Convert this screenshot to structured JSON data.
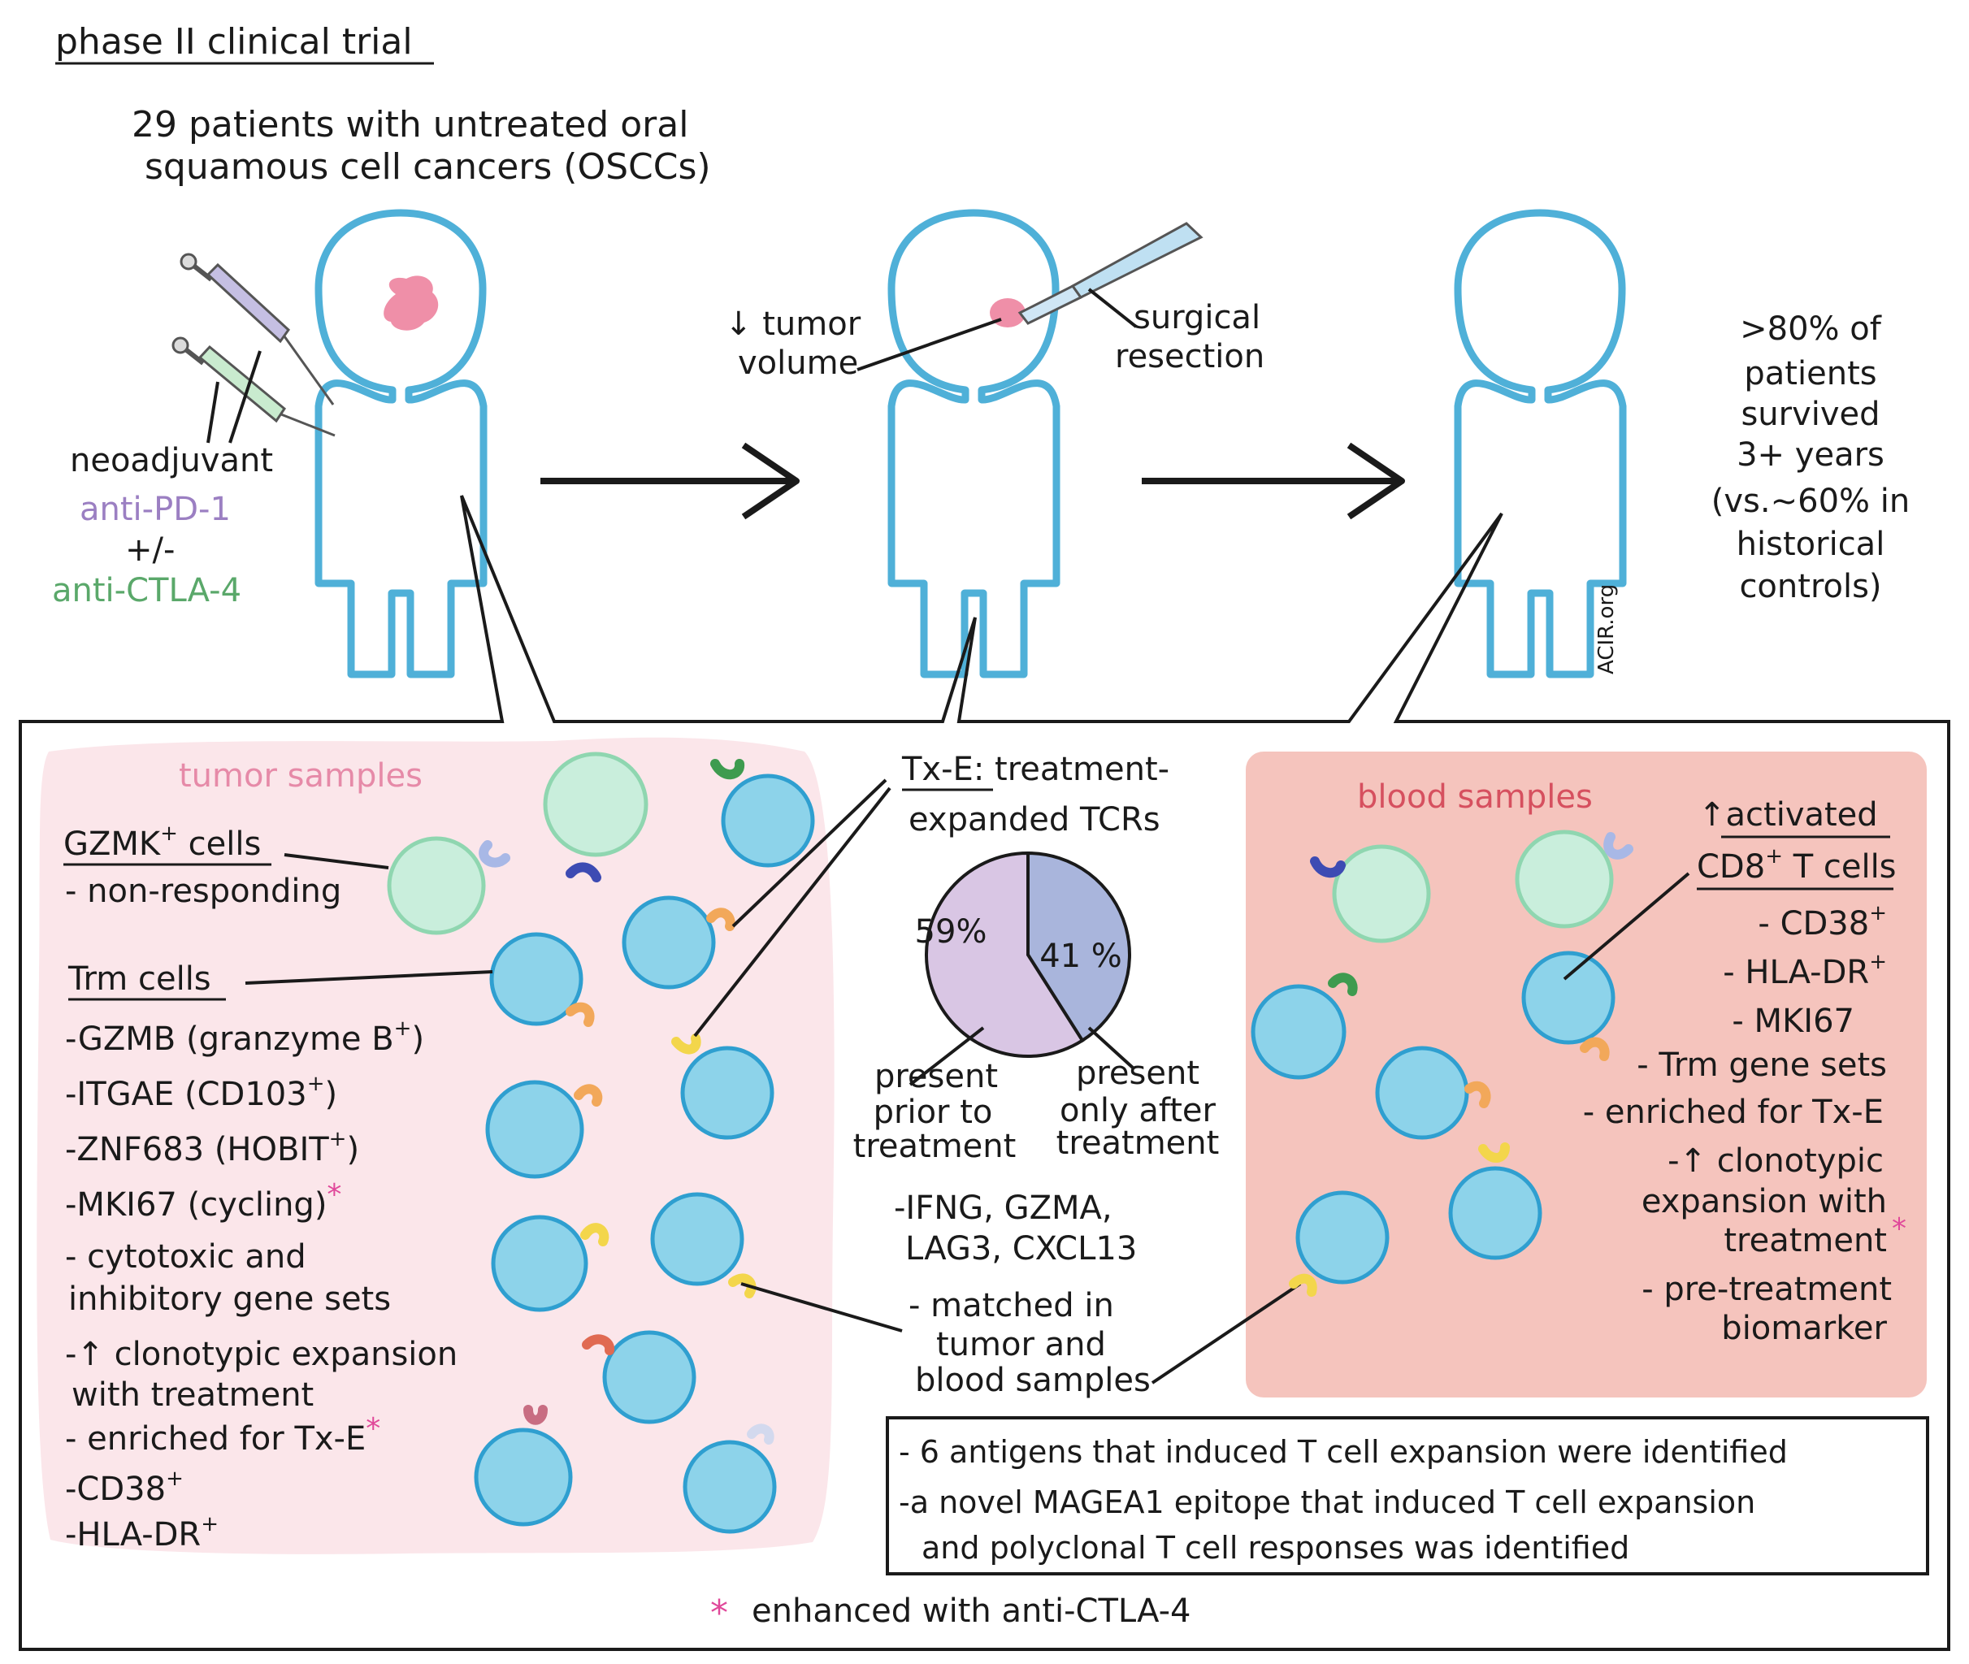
{
  "header": {
    "title": "phase II clinical trial"
  },
  "intro": {
    "line1": "29 patients with untreated oral",
    "line2": "squamous cell cancers (OSCCs)"
  },
  "treatment": {
    "neoadjuvant": "neoadjuvant",
    "anti_pd1": "anti-PD-1",
    "plus_minus": "+/-",
    "anti_ctla4": "anti-CTLA-4"
  },
  "middle": {
    "tumor_volume_1": "↓ tumor",
    "tumor_volume_2": "volume",
    "surgical_1": "surgical",
    "surgical_2": "resection"
  },
  "outcome": {
    "lines": [
      ">80% of",
      "patients",
      "survived",
      "3+ years",
      "(vs.~60% in",
      "historical",
      "controls)"
    ]
  },
  "credit": "ACIR.org",
  "tumor_panel": {
    "title": "tumor samples",
    "gzmk": {
      "label": "GZMK",
      "sup": "+",
      "rest": " cells"
    },
    "gzmk_sub": "- non-responding",
    "trm": "Trm cells",
    "items": [
      {
        "text": "-GZMB (granzyme B",
        "sup": "+",
        "tail": ")",
        "star": ""
      },
      {
        "text": "-ITGAE (CD103",
        "sup": "+",
        "tail": ")",
        "star": ""
      },
      {
        "text": "-ZNF683 (HOBIT",
        "sup": "+",
        "tail": ")",
        "star": ""
      },
      {
        "text": "-MKI67 (cycling)",
        "sup": "",
        "tail": "",
        "star": "*"
      },
      {
        "text": "- cytotoxic and",
        "sup": "",
        "tail": "",
        "star": ""
      },
      {
        "text": "inhibitory gene sets",
        "sup": "",
        "tail": "",
        "star": ""
      },
      {
        "text": "-↑ clonotypic expansion",
        "sup": "",
        "tail": "",
        "star": ""
      },
      {
        "text": "with treatment",
        "sup": "",
        "tail": "",
        "star": ""
      },
      {
        "text": "- enriched for Tx-E",
        "sup": "",
        "tail": "",
        "star": "*"
      },
      {
        "text": "-CD38",
        "sup": "+",
        "tail": "",
        "star": ""
      },
      {
        "text": "-HLA-DR",
        "sup": "+",
        "tail": "",
        "star": ""
      }
    ]
  },
  "txe": {
    "title_abbrev": "Tx-E",
    "title_rest": ": treatment-",
    "title_line2": "expanded TCRs",
    "pie": [
      {
        "label": "59%",
        "value": 59,
        "color": "#d9c6e4"
      },
      {
        "label": "41 %",
        "value": 41,
        "color": "#a9b5dc"
      }
    ],
    "label_prior": [
      "present",
      "prior to",
      "treatment"
    ],
    "label_after": [
      "present",
      "only after",
      "treatment"
    ],
    "genes_1": "-IFNG, GZMA,",
    "genes_2": "LAG3, CXCL13",
    "matched": [
      "- matched in",
      "tumor and",
      "blood samples"
    ]
  },
  "blood_panel": {
    "title": "blood samples",
    "activated_1": "↑activated",
    "activated_2_a": "CD8",
    "activated_2_sup": "+",
    "activated_2_b": " T cells",
    "items": [
      {
        "text": "- CD38",
        "sup": "+",
        "star": ""
      },
      {
        "text": "- HLA-DR",
        "sup": "+",
        "star": ""
      },
      {
        "text": "- MKI67",
        "sup": "",
        "star": ""
      },
      {
        "text": "- Trm gene sets",
        "sup": "",
        "star": ""
      },
      {
        "text": "- enriched for Tx-E",
        "sup": "",
        "star": ""
      },
      {
        "text": "-↑ clonotypic",
        "sup": "",
        "star": ""
      },
      {
        "text": "expansion with",
        "sup": "",
        "star": ""
      },
      {
        "text": "treatment",
        "sup": "",
        "star": "*"
      },
      {
        "text": "- pre-treatment",
        "sup": "",
        "star": ""
      },
      {
        "text": "biomarker",
        "sup": "",
        "star": ""
      }
    ]
  },
  "antigens": {
    "line1": "- 6 antigens that induced T cell expansion were identified",
    "line2": "-a novel MAGEA1 epitope that induced T cell expansion",
    "line3": "and polyclonal T cell responses was identified"
  },
  "footnote": {
    "star": "*",
    "text": "enhanced with anti-CTLA-4"
  },
  "colors": {
    "body_outline": "#4fb0d8",
    "tumor_mass": "#ef8fa8",
    "tumor_panel_bg": "#fbe6ea",
    "blood_panel_bg": "#f5c4bd",
    "t_cell": "#8dd3ea",
    "green_cell": "#c9eedc",
    "star": "#e0489a"
  }
}
